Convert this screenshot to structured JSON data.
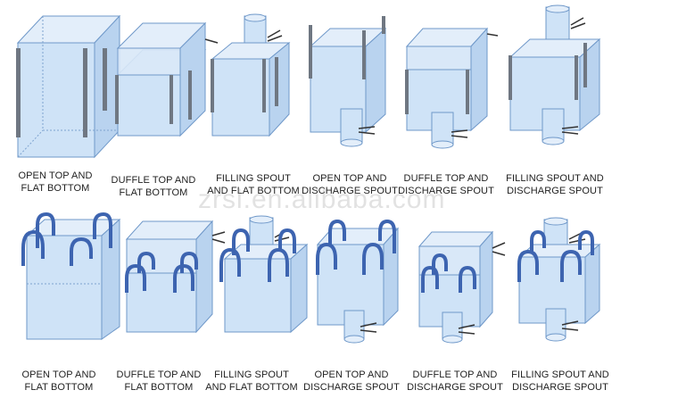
{
  "watermark": "zrsl.en.alibaba.com",
  "colors": {
    "bag_fill": "#cfe3f7",
    "bag_stroke": "#6f98c9",
    "row1_loop": "#6f7782",
    "row2_loop": "#3d64b0"
  },
  "row1": [
    {
      "line1": "OPEN TOP AND",
      "line2": "FLAT BOTTOM"
    },
    {
      "line1": "DUFFLE TOP AND",
      "line2": "FLAT BOTTOM"
    },
    {
      "line1": "FILLING SPOUT",
      "line2": "AND FLAT BOTTOM"
    },
    {
      "line1": "OPEN TOP AND",
      "line2": "DISCHARGE SPOUT"
    },
    {
      "line1": "DUFFLE TOP AND",
      "line2": "DISCHARGE SPOUT"
    },
    {
      "line1": "FILLING SPOUT AND",
      "line2": "DISCHARGE SPOUT"
    }
  ],
  "row2": [
    {
      "line1": "OPEN TOP AND",
      "line2": "FLAT BOTTOM"
    },
    {
      "line1": "DUFFLE TOP AND",
      "line2": "FLAT BOTTOM"
    },
    {
      "line1": "FILLING SPOUT",
      "line2": "AND FLAT BOTTOM"
    },
    {
      "line1": "OPEN TOP AND",
      "line2": "DISCHARGE SPOUT"
    },
    {
      "line1": "DUFFLE TOP AND",
      "line2": "DISCHARGE SPOUT"
    },
    {
      "line1": "FILLING SPOUT AND",
      "line2": "DISCHARGE SPOUT"
    }
  ]
}
